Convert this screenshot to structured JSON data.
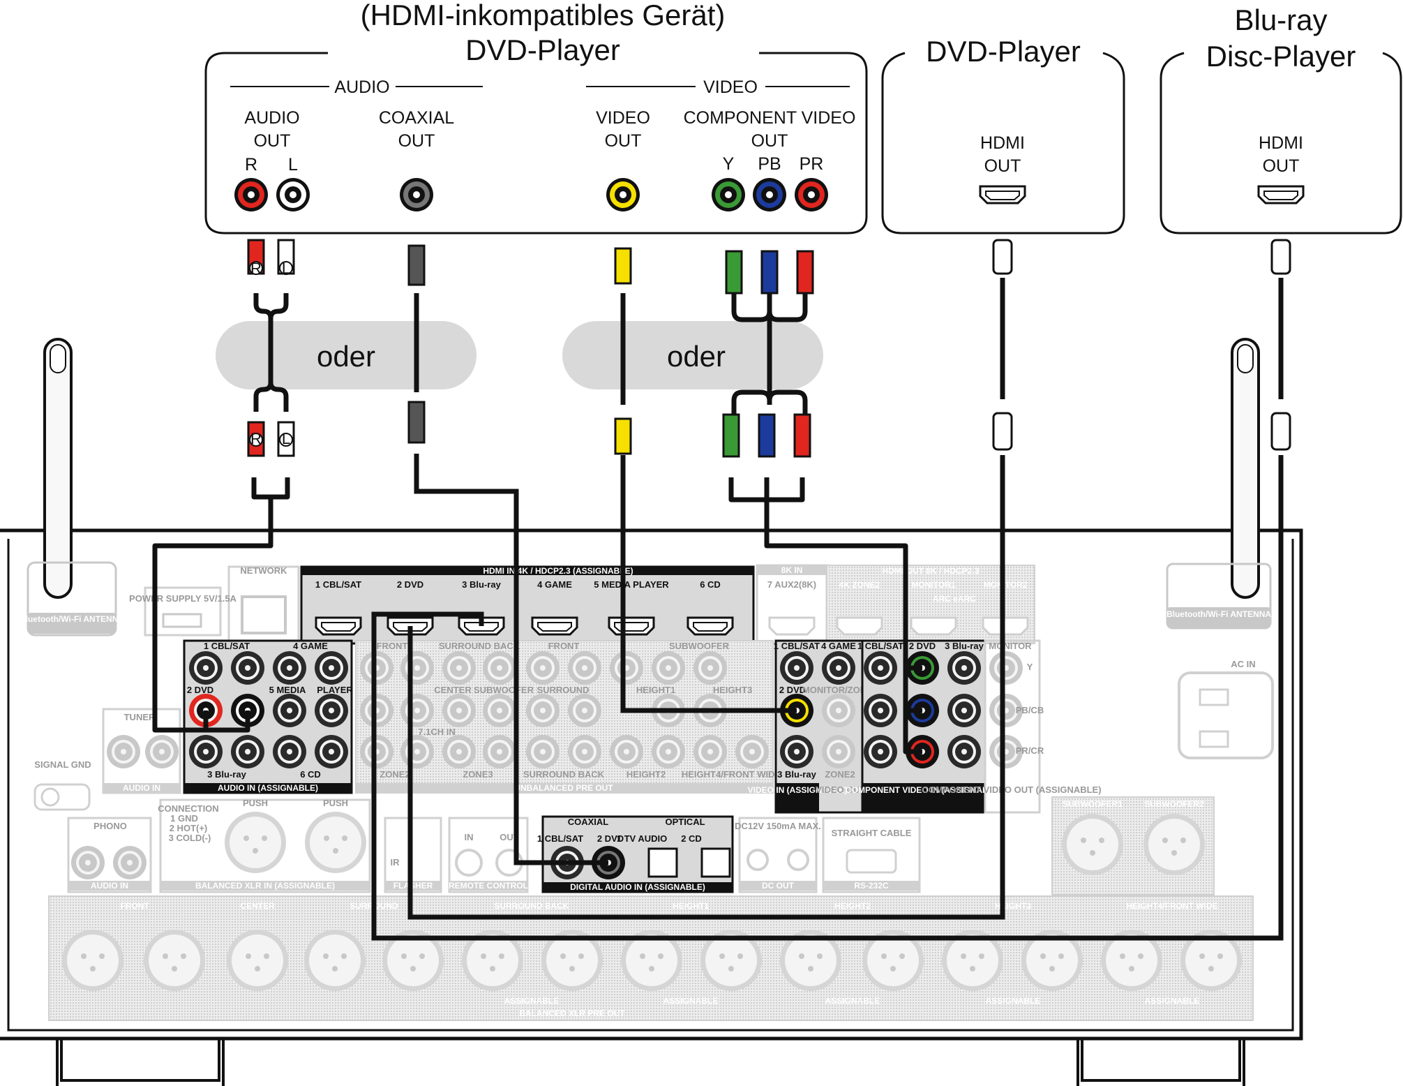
{
  "devices": {
    "dvd_legacy": {
      "title_line1": "(HDMI-inkompatibles Gerät)",
      "title_line2": "DVD-Player",
      "group_audio": "AUDIO",
      "group_video": "VIDEO",
      "audio_out_line1": "AUDIO",
      "audio_out_line2": "OUT",
      "ch_r": "R",
      "ch_l": "L",
      "coaxial_line1": "COAXIAL",
      "coaxial_line2": "OUT",
      "video_line1": "VIDEO",
      "video_line2": "OUT",
      "component_line1": "COMPONENT VIDEO",
      "component_line2": "OUT",
      "y": "Y",
      "pb": "PB",
      "pr": "PR"
    },
    "dvd_hdmi": {
      "title": "DVD-Player",
      "hdmi_line1": "HDMI",
      "hdmi_line2": "OUT"
    },
    "bluray": {
      "title_line1": "Blu-ray",
      "title_line2": "Disc-Player",
      "hdmi_line1": "HDMI",
      "hdmi_line2": "OUT"
    }
  },
  "or_label": "oder",
  "plug_r": "R",
  "plug_l": "L",
  "receiver": {
    "hdmi_in_header": "HDMI IN   4K / HDCP2.3   (ASSIGNABLE)",
    "hdmi_inputs": [
      "1 CBL/SAT",
      "2 DVD",
      "3 Blu-ray",
      "4 GAME",
      "5 MEDIA PLAYER",
      "6 CD"
    ],
    "hdmi_8k_header": "8K IN",
    "hdmi_8k_input": "7 AUX2(8K)",
    "hdmi_out_header": "HDMI OUT   8K / HDCP2.3",
    "hdmi_outs": [
      "4K ZONE2",
      "MONITOR1",
      "MONITOR2"
    ],
    "arc_label": "ARC eARC",
    "network": "NETWORK",
    "power_supply": "POWER SUPPLY 5V/1.5A",
    "antenna_label": "Bluetooth/Wi-Fi ANTENNA",
    "audio_in_inputs": [
      "1 CBL/SAT",
      "4 GAME",
      "2 DVD",
      "5 MEDIA",
      "PLAYER",
      "3 Blu-ray",
      "6 CD"
    ],
    "audio_in_label": "AUDIO IN  (ASSIGNABLE)",
    "tuner": "TUNER",
    "tuner_audio_in": "AUDIO IN",
    "signal_gnd": "SIGNAL GND",
    "phono": "PHONO",
    "phono_audio_in": "AUDIO IN",
    "balanced_xlr_in": "BALANCED XLR IN  (ASSIGNABLE)",
    "xlr_pins": [
      "1 GND",
      "2 HOT(+)",
      "3 COLD(-)"
    ],
    "connection": "CONNECTION",
    "push": "PUSH",
    "seven_one_ch_in": "7.1CH IN",
    "unbalanced_pre_out": "UNBALANCED PRE OUT",
    "pre_out_labels": [
      "FRONT",
      "SURROUND BACK",
      "CENTER",
      "SUBWOOFER",
      "SURROUND",
      "HEIGHT1",
      "HEIGHT3",
      "ZONE2",
      "ZONE3",
      "HEIGHT2",
      "HEIGHT4/FRONT WIDE"
    ],
    "video_in_inputs": [
      "1 CBL/SAT",
      "4 GAME",
      "2 DVD",
      "MONITOR/ZONE2",
      "3 Blu-ray",
      "ZONE2"
    ],
    "video_in_label": "VIDEO IN (ASSIGNABLE)",
    "video_out_label": "VIDEO OUT",
    "component_inputs": [
      "1 CBL/SAT",
      "2 DVD",
      "3 Blu-ray"
    ],
    "component_in_label": "COMPONENT VIDEO IN (ASSIGNABLE)",
    "component_out_label": "COMPONENT VIDEO OUT (ASSIGNABLE)",
    "monitor": "MONITOR",
    "component_ch": [
      "Y",
      "PB/CB",
      "PR/CR"
    ],
    "coaxial": "COAXIAL",
    "optical": "OPTICAL",
    "digital_inputs": [
      "1 CBL/SAT",
      "2 DVD",
      "1 TV AUDIO",
      "2 CD"
    ],
    "digital_audio_in": "DIGITAL AUDIO IN  (ASSIGNABLE)",
    "flasher": "FLASHER",
    "ir": "IR",
    "remote_control": "REMOTE CONTROL",
    "remote_in": "IN",
    "remote_out": "OUT",
    "dc_out_spec": "DC12V 150mA MAX.",
    "dc_out": "DC OUT",
    "straight_cable": "STRAIGHT CABLE",
    "rs232c": "RS-232C",
    "ac_in": "AC IN",
    "subwoofers": [
      "SUBWOOFER1",
      "SUBWOOFER2"
    ],
    "xlr_pre_out_labels": [
      "FRONT",
      "CENTER",
      "SURROUND",
      "SURROUND BACK",
      "HEIGHT1",
      "HEIGHT2",
      "HEIGHT3",
      "HEIGHT4/FRONT WIDE"
    ],
    "assignable": "ASSIGNABLE",
    "balanced_xlr_pre_out": "BALANCED XLR PRE OUT"
  },
  "colors": {
    "red": "#e0261f",
    "white": "#ffffff",
    "black": "#111111",
    "yellow": "#f5e000",
    "green": "#3a9a35",
    "blue": "#1c3b9c",
    "oder_bg": "#d9d9d9",
    "faded": "#bdbdbd"
  }
}
